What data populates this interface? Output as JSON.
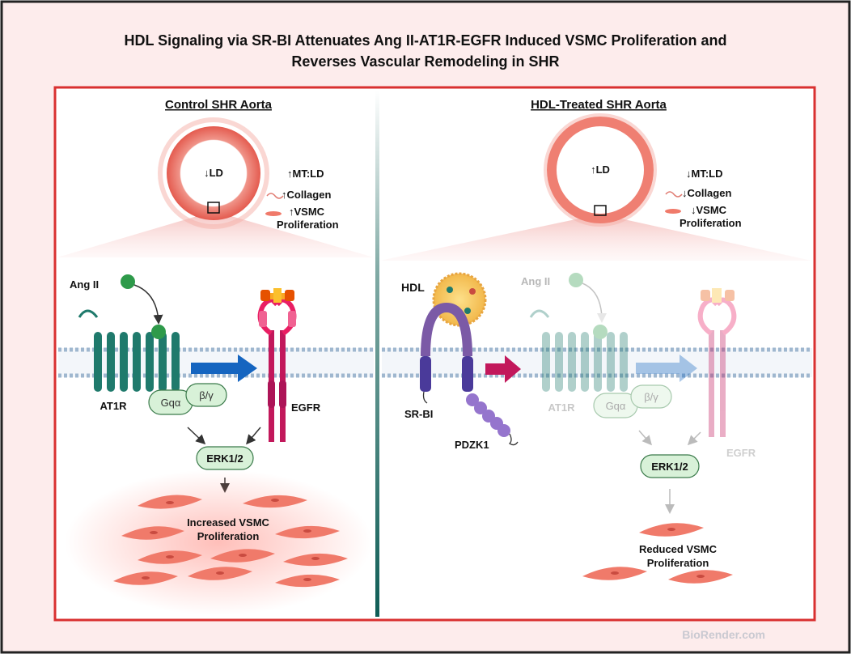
{
  "title": {
    "line1": "HDL Signaling via SR-BI Attenuates Ang II-AT1R-EGFR Induced VSMC Proliferation and",
    "line2": "Reverses Vascular Remodeling in SHR"
  },
  "left": {
    "heading": "Control SHR Aorta",
    "ld": "↓LD",
    "mt_ld": "↑MT:LD",
    "collagen": "↑Collagen",
    "vsmc1": "↑VSMC",
    "vsmc2": "Proliferation",
    "ang": "Ang II",
    "at1r": "AT1R",
    "gq": "Gqα",
    "bg": "β/γ",
    "egfr": "EGFR",
    "erk": "ERK1/2",
    "result1": "Increased VSMC",
    "result2": "Proliferation"
  },
  "right": {
    "heading": "HDL-Treated SHR Aorta",
    "ld": "↑LD",
    "mt_ld": "↓MT:LD",
    "collagen": "↓Collagen",
    "vsmc1": "↓VSMC",
    "vsmc2": "Proliferation",
    "hdl": "HDL",
    "ang": "Ang II",
    "srbi": "SR-BI",
    "pdzk1": "PDZK1",
    "at1r": "AT1R",
    "gq": "Gqα",
    "bg": "β/γ",
    "egfr": "EGFR",
    "erk": "ERK1/2",
    "result1": "Reduced VSMC",
    "result2": "Proliferation"
  },
  "watermark": "BioRender.com",
  "colors": {
    "frame_border": "#d93030",
    "background": "#fde9e9",
    "receptor": "#1f7a6c",
    "egfr": "#c2185b",
    "srbi": "#7b5aa6",
    "arrow_blue": "#1565c0",
    "arrow_magenta": "#c2185b",
    "cell": "#f07a6a"
  }
}
